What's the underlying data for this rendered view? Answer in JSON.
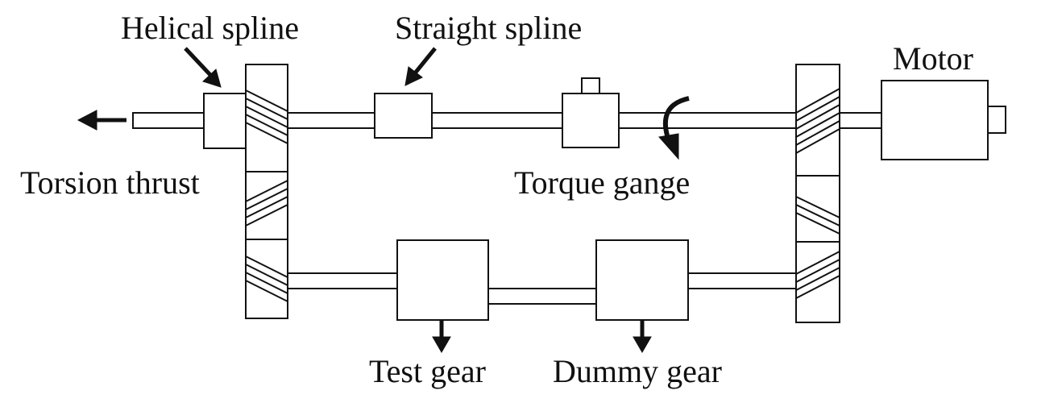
{
  "labels": {
    "helical_spline": "Helical spline",
    "straight_spline": "Straight spline",
    "motor": "Motor",
    "torsion_thrust": "Torsion thrust",
    "torque_gauge": "Torque gange",
    "test_gear": "Test gear",
    "dummy_gear": "Dummy gear"
  },
  "colors": {
    "line": "#111111",
    "background": "#ffffff"
  }
}
